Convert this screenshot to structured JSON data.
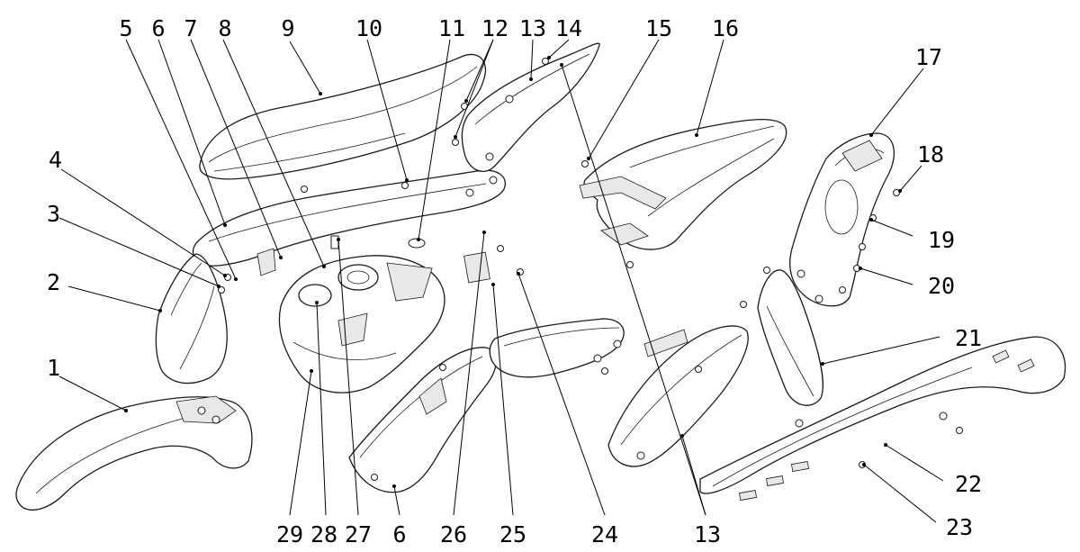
{
  "diagram": {
    "callouts": [
      {
        "id": "c1",
        "label": "1"
      },
      {
        "id": "c2",
        "label": "2"
      },
      {
        "id": "c3",
        "label": "3"
      },
      {
        "id": "c4",
        "label": "4"
      },
      {
        "id": "c5",
        "label": "5"
      },
      {
        "id": "c6",
        "label": "6"
      },
      {
        "id": "c7",
        "label": "7"
      },
      {
        "id": "c8",
        "label": "8"
      },
      {
        "id": "c9",
        "label": "9"
      },
      {
        "id": "c10",
        "label": "10"
      },
      {
        "id": "c11",
        "label": "11"
      },
      {
        "id": "c12",
        "label": "12"
      },
      {
        "id": "c13",
        "label": "13"
      },
      {
        "id": "c14",
        "label": "14"
      },
      {
        "id": "c15",
        "label": "15"
      },
      {
        "id": "c16",
        "label": "16"
      },
      {
        "id": "c17",
        "label": "17"
      },
      {
        "id": "c18",
        "label": "18"
      },
      {
        "id": "c19",
        "label": "19"
      },
      {
        "id": "c20",
        "label": "20"
      },
      {
        "id": "c21",
        "label": "21"
      },
      {
        "id": "c22",
        "label": "22"
      },
      {
        "id": "c23",
        "label": "23"
      },
      {
        "id": "c29",
        "label": "29"
      },
      {
        "id": "c28",
        "label": "28"
      },
      {
        "id": "c27",
        "label": "27"
      },
      {
        "id": "c6b",
        "label": "6"
      },
      {
        "id": "c26",
        "label": "26"
      },
      {
        "id": "c25",
        "label": "25"
      },
      {
        "id": "c24",
        "label": "24"
      },
      {
        "id": "c13b",
        "label": "13"
      }
    ]
  }
}
